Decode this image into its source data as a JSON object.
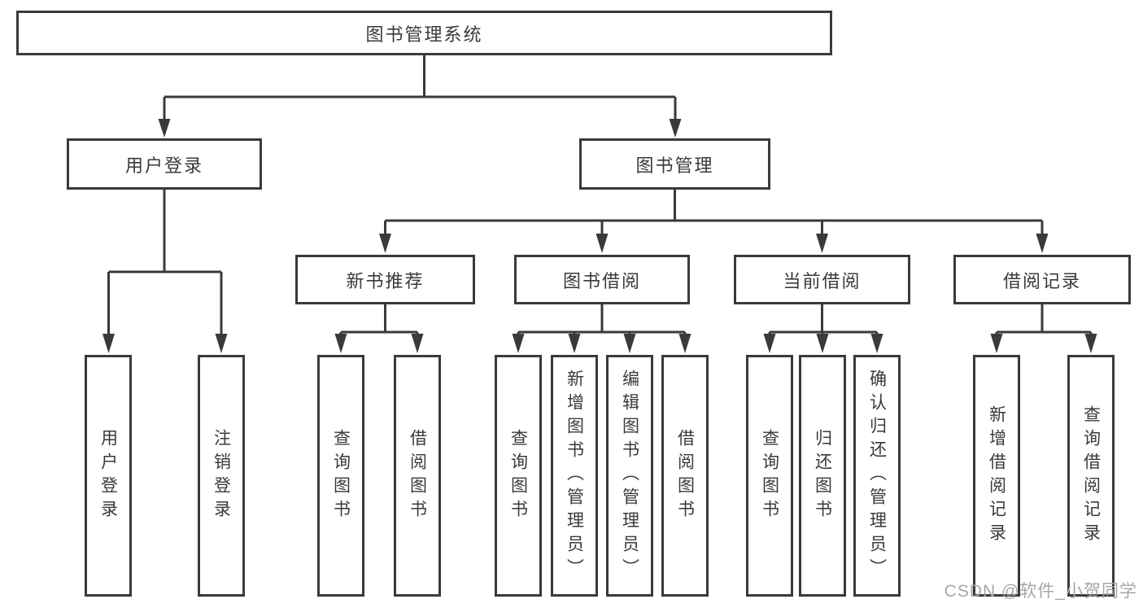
{
  "tree": {
    "root": {
      "label": "图书管理系统"
    },
    "children": [
      {
        "label": "用户登录",
        "children": [
          {
            "label": "用户登录"
          },
          {
            "label": "注销登录"
          }
        ]
      },
      {
        "label": "图书管理",
        "children": [
          {
            "label": "新书推荐",
            "children": [
              {
                "label": "查询图书"
              },
              {
                "label": "借阅图书"
              }
            ]
          },
          {
            "label": "图书借阅",
            "children": [
              {
                "label": "查询图书"
              },
              {
                "label": "新增图书（管理员）"
              },
              {
                "label": "编辑图书（管理员）"
              },
              {
                "label": "借阅图书"
              }
            ]
          },
          {
            "label": "当前借阅",
            "children": [
              {
                "label": "查询图书"
              },
              {
                "label": "归还图书"
              },
              {
                "label": "确认归还（管理员）"
              }
            ]
          },
          {
            "label": "借阅记录",
            "children": [
              {
                "label": "新增借阅记录"
              },
              {
                "label": "查询借阅记录"
              }
            ]
          }
        ]
      }
    ]
  },
  "watermark": {
    "text": "CSDN @软件_小贺同学"
  },
  "colors": {
    "line": "#3a3a3a",
    "text": "#3a3a3a",
    "background": "#ffffff",
    "watermark": "#a6a6a6"
  }
}
